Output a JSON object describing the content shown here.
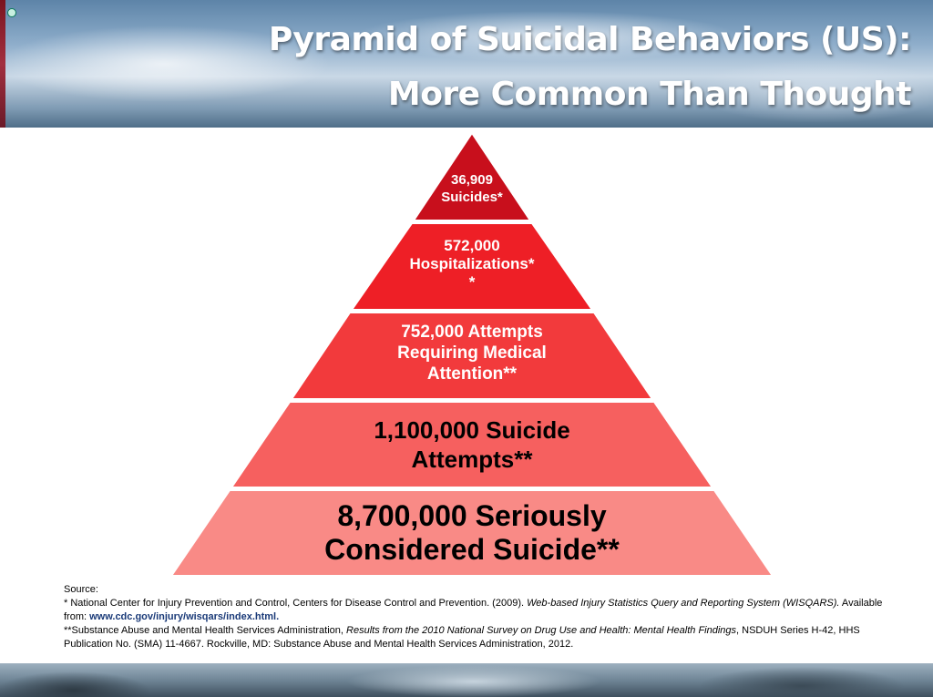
{
  "slide": {
    "title_line1": "Pyramid of Suicidal Behaviors (US):",
    "title_line2": "More Common Than Thought"
  },
  "colors": {
    "tier1": "#c80f1c",
    "tier2": "#ee1f26",
    "tier3": "#f23a3c",
    "tier4": "#f6605f",
    "tier5": "#f98a86",
    "separator": "#ffffff"
  },
  "pyramid": {
    "tiers": [
      {
        "line1": "36,909",
        "line2": "Suicides*",
        "line3": ""
      },
      {
        "line1": "572,000",
        "line2": "Hospitalizations*",
        "line3": "*"
      },
      {
        "line1": "752,000 Attempts",
        "line2": "Requiring Medical",
        "line3": "Attention**"
      },
      {
        "line1": "1,100,000 Suicide",
        "line2": "Attempts**",
        "line3": ""
      },
      {
        "line1": "8,700,000 Seriously",
        "line2": "Considered Suicide**",
        "line3": ""
      }
    ]
  },
  "source": {
    "heading": "Source:",
    "ref1_prefix": "* National Center for Injury Prevention and Control, Centers for Disease Control and Prevention. (2009). ",
    "ref1_title": "Web-based Injury Statistics Query and Reporting System (WISQARS).",
    "ref1_available": " Available from: ",
    "ref1_link": "www.cdc.gov/injury/wisqars/index.html.",
    "ref2_prefix": "**Substance Abuse and Mental Health Services Administration, ",
    "ref2_title": "Results from the 2010 National Survey on Drug Use and Health: Mental Health Findings",
    "ref2_suffix": ", NSDUH Series H-42, HHS Publication No. (SMA) 11-4667. Rockville, MD: Substance Abuse and Mental Health Services Administration, 2012."
  }
}
